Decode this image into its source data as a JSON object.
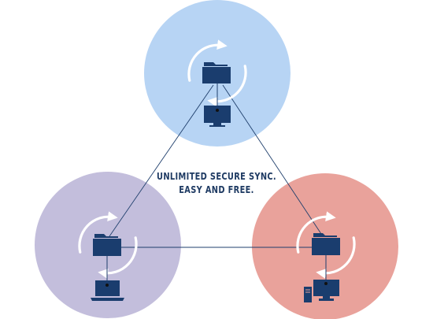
{
  "caption": {
    "line1": "UNLIMITED SECURE SYNC.",
    "line2": "EASY AND FREE."
  },
  "nodes": [
    {
      "id": "top",
      "color": "#b7d4f4",
      "device": "desktop-monitor",
      "icons": [
        "folder-icon",
        "sync-arrows-icon",
        "desktop-monitor-icon"
      ]
    },
    {
      "id": "left",
      "color": "#c3bedc",
      "device": "laptop",
      "icons": [
        "folder-icon",
        "sync-arrows-icon",
        "laptop-icon"
      ]
    },
    {
      "id": "right",
      "color": "#e9a29b",
      "device": "desktop-tower-with-monitor",
      "icons": [
        "folder-icon",
        "sync-arrows-icon",
        "desktop-tower-icon",
        "desktop-monitor-icon"
      ]
    }
  ],
  "colors": {
    "icon_dark": "#1a3d6e",
    "connector_line": "#1f3f6c",
    "sync_arrows": "#ffffff"
  }
}
